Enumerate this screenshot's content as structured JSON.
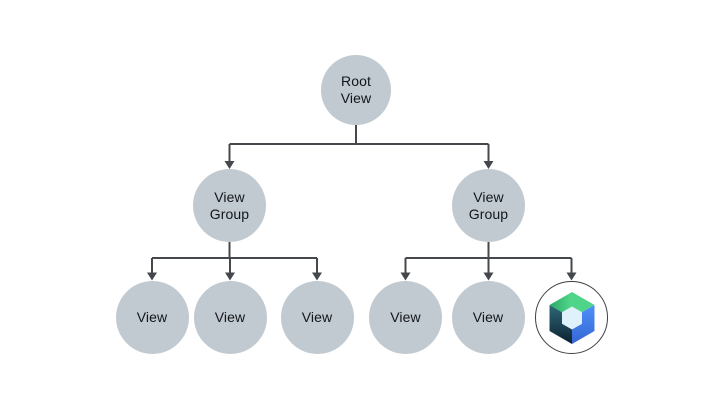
{
  "diagram": {
    "description": "View hierarchy tree",
    "colors": {
      "background": "#FFFFFF",
      "node_fill": "#C1CAD0",
      "connector": "#44484C",
      "label_text": "#131619",
      "logo_ring": "#3C4043",
      "compose_green_dark": "#28A766",
      "compose_green": "#4FD589",
      "compose_blue_light": "#4E8FF9",
      "compose_blue_deep": "#3568D4",
      "compose_navy_light": "#2E6878",
      "compose_navy_dark": "#0C2130",
      "compose_center": "#DFF1FA"
    },
    "nodes": {
      "root": {
        "label": "Root\nView"
      },
      "group_left": {
        "label": "View\nGroup"
      },
      "group_right": {
        "label": "View\nGroup"
      },
      "view_a": {
        "label": "View"
      },
      "view_b": {
        "label": "View"
      },
      "view_c": {
        "label": "View"
      },
      "view_d": {
        "label": "View"
      },
      "view_e": {
        "label": "View"
      },
      "compose": {
        "icon": "jetpack-compose-logo"
      }
    },
    "tree": {
      "root": "Root View",
      "children": [
        {
          "label": "View Group",
          "children": [
            "View",
            "View",
            "View"
          ]
        },
        {
          "label": "View Group",
          "children": [
            "View",
            "View",
            "jetpack-compose-logo"
          ]
        }
      ]
    }
  }
}
